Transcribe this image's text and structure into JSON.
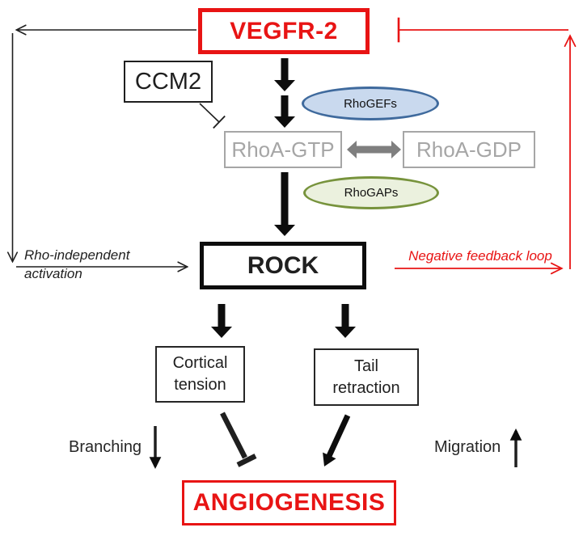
{
  "diagram": {
    "title_context": "VEGFR-2 RhoA/ROCK signaling pathway to angiogenesis",
    "nodes": {
      "vegfr2": {
        "label": "VEGFR-2"
      },
      "ccm2": {
        "label": "CCM2"
      },
      "rhogefs": {
        "label": "RhoGEFs"
      },
      "rhoa_gtp": {
        "label": "RhoA-GTP"
      },
      "rhoa_gdp": {
        "label": "RhoA-GDP"
      },
      "rhogaps": {
        "label": "RhoGAPs"
      },
      "rock": {
        "label": "ROCK"
      },
      "cortical_tension": {
        "label": "Cortical tension"
      },
      "tail_retraction": {
        "label": "Tail retraction"
      },
      "angiogenesis": {
        "label": "ANGIOGENESIS"
      }
    },
    "labels": {
      "rho_independent_line1": "Rho-independent",
      "rho_independent_line2": "activation",
      "negative_feedback": "Negative feedback loop",
      "branching": "Branching",
      "migration": "Migration"
    },
    "colors": {
      "red": "#e81414",
      "ink": "#1f1f1f",
      "gray_node": "#a6a6a6",
      "gray_arrow": "#7f7f7f",
      "blue_fill": "#c9d9ee",
      "blue_stroke": "#3f6a9d",
      "green_fill": "#ebf1de",
      "green_stroke": "#77933c"
    }
  }
}
